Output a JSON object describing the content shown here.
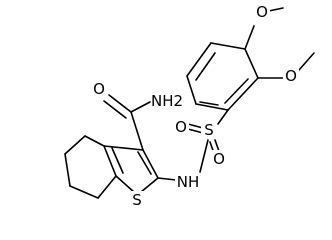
{
  "structure": {
    "labels": {
      "amide_nh2": "NH2",
      "amide_o": "O",
      "sulfonyl_o_left": "O",
      "sulfonyl_s": "S",
      "sulfonyl_o_bottom": "O",
      "sulfonamide_nh": "NH",
      "thiophene_s": "S",
      "methoxy_o_top": "O",
      "methoxy_o_right": "O"
    }
  }
}
